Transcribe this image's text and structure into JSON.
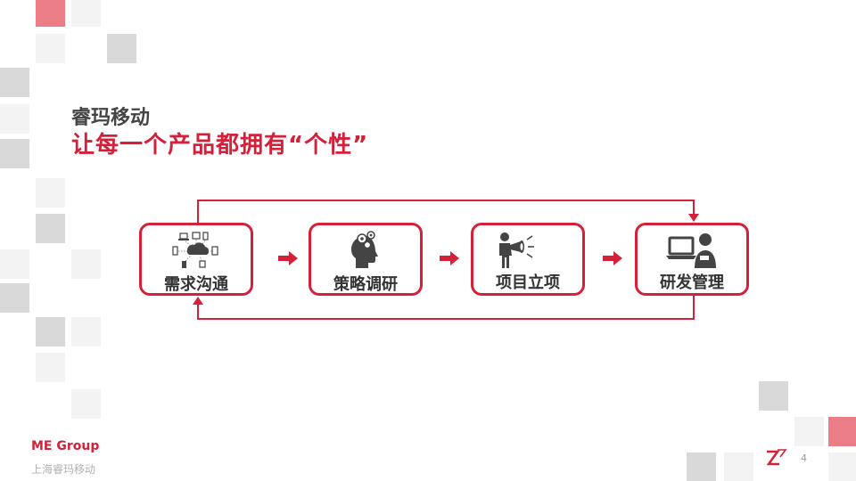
{
  "header": {
    "subtitle": "睿玛移动",
    "title": "让每一个产品都拥有“个性”"
  },
  "steps": [
    {
      "label": "需求沟通",
      "icon": "network-cloud-icon"
    },
    {
      "label": "策略调研",
      "icon": "head-gears-icon"
    },
    {
      "label": "项目立项",
      "icon": "megaphone-person-icon"
    },
    {
      "label": "研发管理",
      "icon": "computer-user-icon"
    }
  ],
  "footer": {
    "brand": "ME Group",
    "company": "上海睿玛移动",
    "page": "4"
  },
  "colors": {
    "accent": "#d42038",
    "text": "#333333",
    "pink_square": "#ea7d86",
    "gray_square": "#d9d9d9"
  }
}
